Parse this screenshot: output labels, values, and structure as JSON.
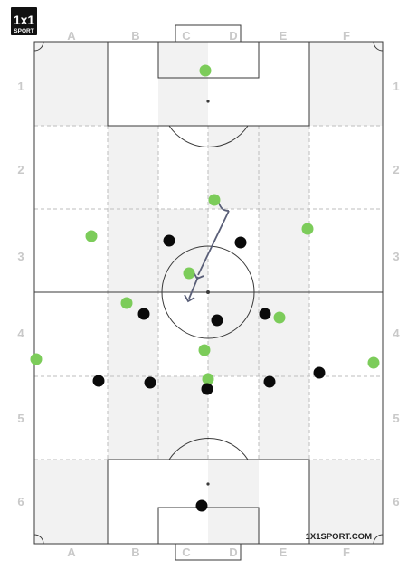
{
  "logo": {
    "top": "1x1",
    "bottom": "SPORT"
  },
  "brand": "1X1SPORT.COM",
  "columns": [
    "A",
    "B",
    "C",
    "D",
    "E",
    "F"
  ],
  "rows": [
    "1",
    "2",
    "3",
    "4",
    "5",
    "6"
  ],
  "colors": {
    "green_player": "#7ccc5a",
    "black_player": "#0a0a0a",
    "arrow": "#5a5f78",
    "shade": "#f2f2f2"
  },
  "icons": {
    "green_player": "green-player-dot-icon",
    "black_player": "black-player-dot-icon",
    "movement_arrow": "movement-arrow-icon"
  }
}
